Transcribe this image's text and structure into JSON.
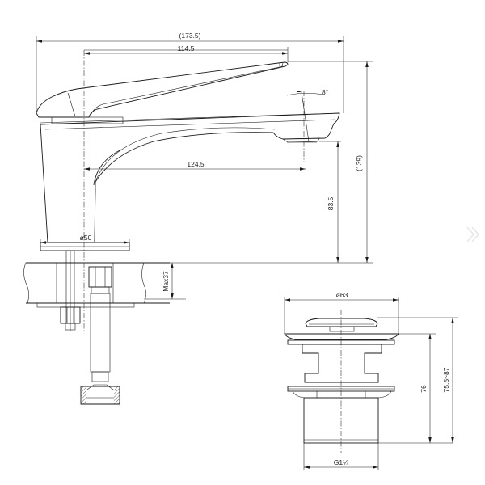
{
  "diagram": {
    "faucet_side_view": {
      "overall_length": "(173.5)",
      "handle_length": "114.5",
      "spout_reach": "124.5",
      "spout_angle": "8°",
      "overall_height": "(139)",
      "spout_height": "83.5",
      "base_diameter": "ø50",
      "max_deck_thickness": "Max37"
    },
    "popup_drain": {
      "flange_diameter": "ø63",
      "body_height": "76",
      "adjustable_height": "75.5~87",
      "thread_size": "G1¼"
    }
  },
  "navigation": {
    "next_icon": "chevron-right-icon"
  },
  "colors": {
    "line": "#1a1a1a",
    "background": "#ffffff",
    "countertop_fill": "#e9e9e9"
  }
}
